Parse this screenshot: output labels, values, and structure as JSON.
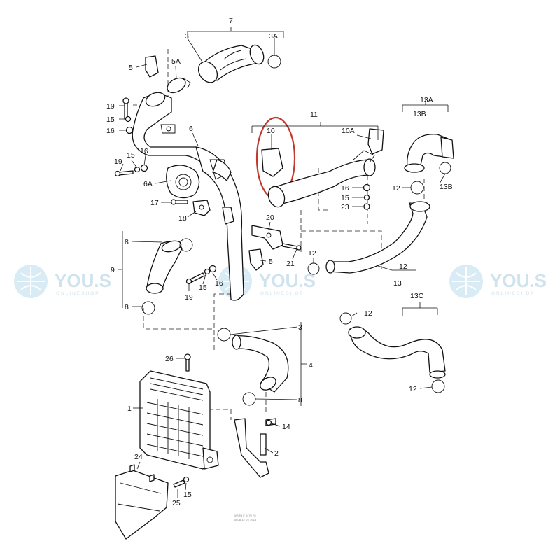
{
  "watermark": {
    "brand": "YOU.S",
    "tagline": "ONLINESHOP",
    "color": "#cfe3ef"
  },
  "highlight": {
    "part_number": "10",
    "color": "#c0392b"
  },
  "footer": {
    "line1": "WRRB F 0479 F6",
    "line2": "08.08.12 DE 2015"
  },
  "labels": {
    "l7": "7",
    "l3a": "3",
    "l3A": "3A",
    "l5a": "5",
    "l5A": "5A",
    "l6": "6",
    "l19a": "19",
    "l15a": "15",
    "l16a": "16",
    "l19b": "19",
    "l15b": "15",
    "l16b": "16",
    "l6A": "6A",
    "l17": "17",
    "l18": "18",
    "l10": "10",
    "l11": "11",
    "l10A": "10A",
    "l16c": "16",
    "l15c": "15",
    "l23": "23",
    "l20": "20",
    "l5b": "5",
    "l21": "21",
    "l12a": "12",
    "l13A": "13A",
    "l13B": "13B",
    "l12b": "12",
    "l13Bb": "13B",
    "l12c": "12",
    "l13": "13",
    "l8a": "8",
    "l9": "9",
    "l8b": "8",
    "l19c": "19",
    "l15d": "15",
    "l16d": "16",
    "l3b": "3",
    "l4": "4",
    "l8c": "8",
    "l26": "26",
    "l1": "1",
    "l14": "14",
    "l2": "2",
    "l24": "24",
    "l25": "25",
    "l15e": "15",
    "l13C": "13C",
    "l12d": "12",
    "l12e": "12"
  }
}
